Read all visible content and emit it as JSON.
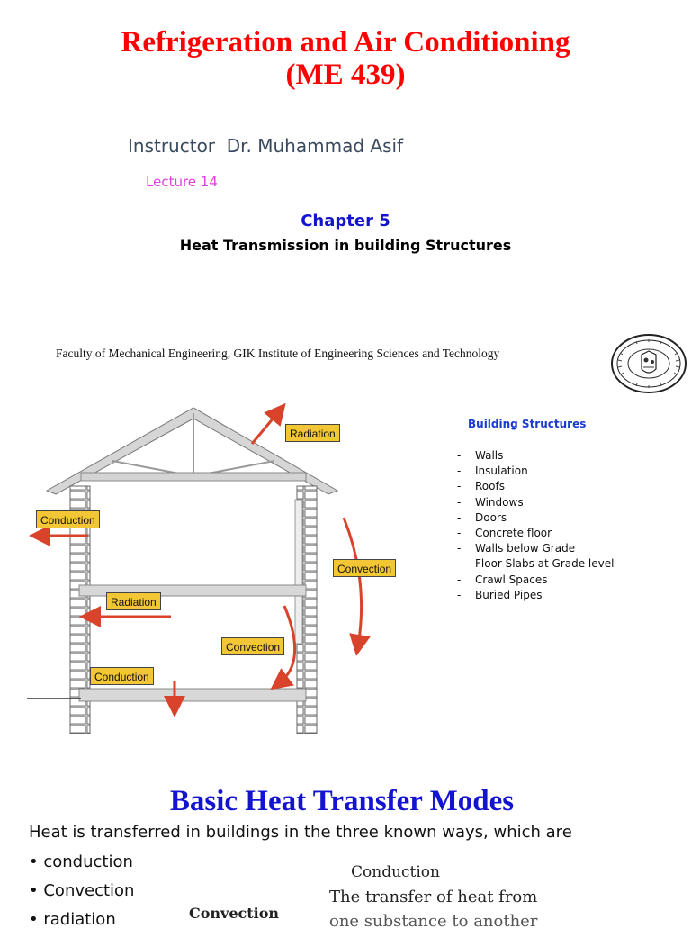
{
  "header": {
    "title_line1": "Refrigeration and Air Conditioning",
    "title_line2": "(ME 439)",
    "instructor": "Instructor  Dr. Muhammad Asif",
    "lecture": "Lecture 14",
    "chapter": "Chapter 5",
    "subtitle": "Heat Transmission in building Structures",
    "faculty": "Faculty of Mechanical Engineering, GIK Institute of Engineering Sciences and Technology"
  },
  "diagram": {
    "labels": {
      "radiation_top": "Radiation",
      "conduction_left": "Conduction",
      "convection_right": "Convection",
      "radiation_mid": "Radiation",
      "convection_mid": "Convection",
      "conduction_bottom": "Conduction"
    },
    "colors": {
      "label_bg": "#f2c634",
      "arrow": "#d9432b",
      "brick": "#cfcfcf",
      "beam": "#d4d4d4"
    }
  },
  "building_structures": {
    "heading": "Building Structures",
    "bullet": "-",
    "items": [
      "Walls",
      "Insulation",
      "Roofs",
      "Windows",
      "Doors",
      "Concrete floor",
      "Walls below Grade",
      "Floor Slabs at Grade level",
      "Crawl Spaces",
      "Buried Pipes"
    ]
  },
  "section": {
    "heading": "Basic Heat Transfer Modes",
    "intro": "Heat is transferred in buildings in the three known ways, which are",
    "bullet": "•",
    "modes": [
      "conduction",
      "Convection",
      "radiation"
    ]
  },
  "handwritten": {
    "conduction_title": "Conduction",
    "conduction_text": "The transfer of heat from",
    "conduction_text2": "one substance to another",
    "convection_title": "Convection"
  }
}
